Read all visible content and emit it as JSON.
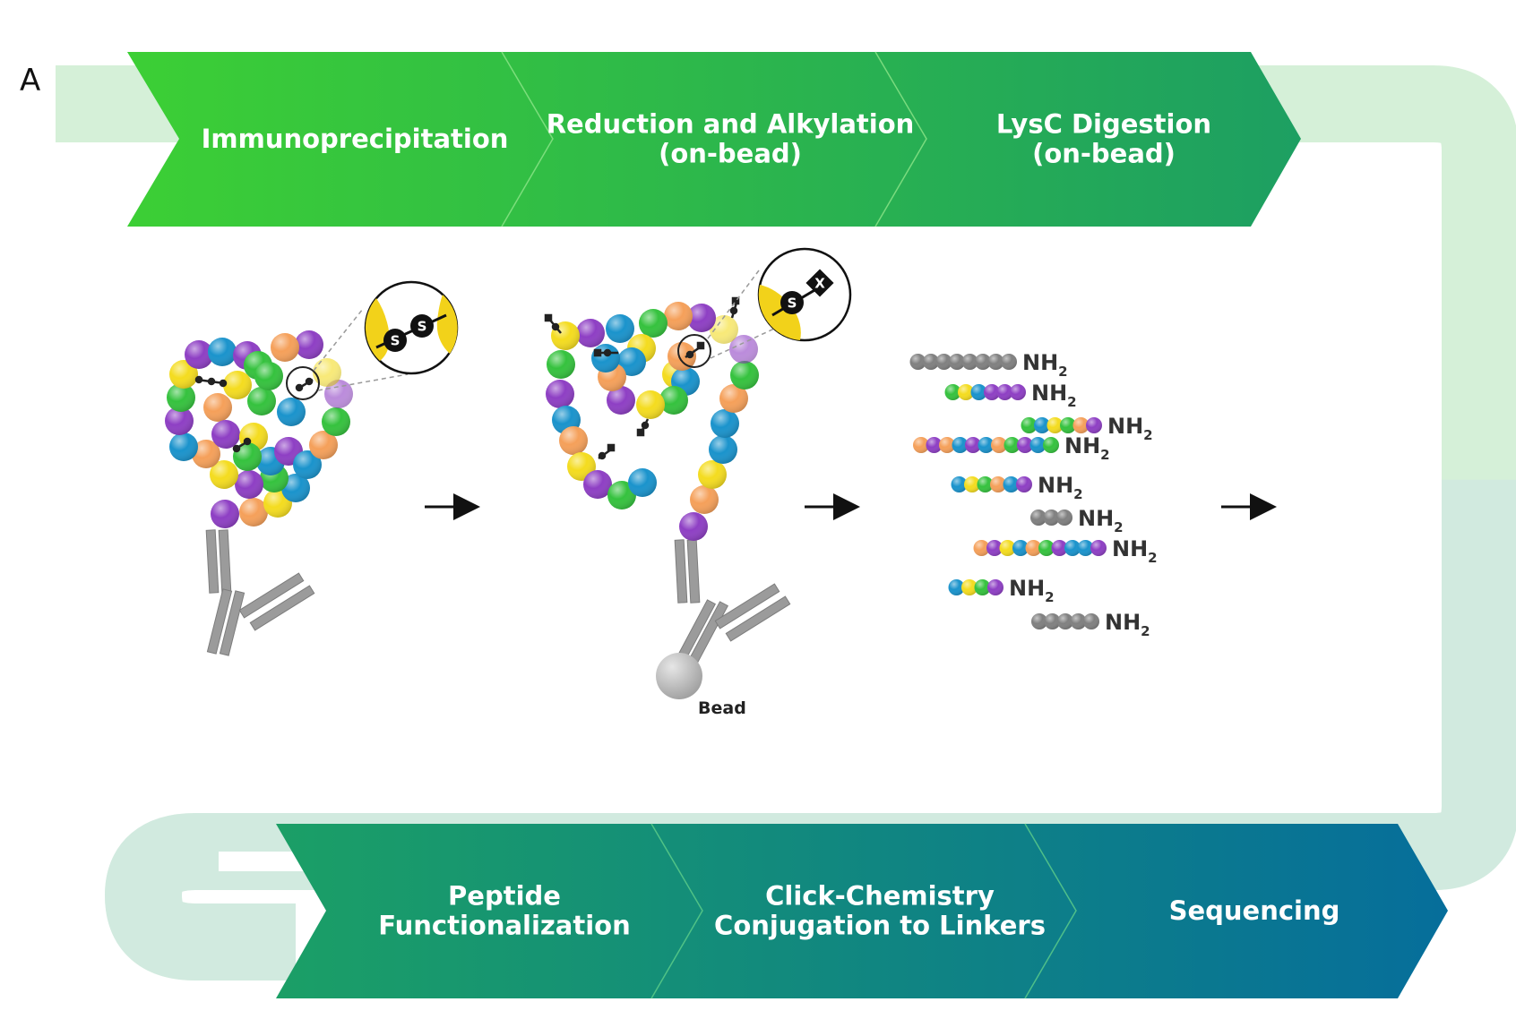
{
  "panel_letter": "A",
  "steps_top": [
    {
      "lines": [
        "Immunoprecipitation"
      ]
    },
    {
      "lines": [
        "Reduction and Alkylation",
        "(on-bead)"
      ]
    },
    {
      "lines": [
        "LysC Digestion",
        "(on-bead)"
      ]
    }
  ],
  "steps_bottom": [
    {
      "lines": [
        "Peptide",
        "Functionalization"
      ]
    },
    {
      "lines": [
        "Click-Chemistry",
        "Conjugation to Linkers"
      ]
    },
    {
      "lines": [
        "Sequencing"
      ]
    }
  ],
  "zoom_left": {
    "letters": [
      "S",
      "S"
    ]
  },
  "zoom_mid": {
    "letters": [
      "S",
      "X"
    ]
  },
  "bead_label": "Bead",
  "peptide_terminus": {
    "base": "NH",
    "sub": "2"
  },
  "colors": {
    "purple": "#8e3fc4",
    "blue": "#1a93cc",
    "yellow": "#f4dc1f",
    "green": "#35c23e",
    "orange": "#f5a05a",
    "gray": "#808080",
    "track_top": "#d5f0d8",
    "track_bottom": "#cfe6e4"
  },
  "peptides": [
    {
      "seq": [
        "gray",
        "gray",
        "gray",
        "gray",
        "gray",
        "gray",
        "gray",
        "gray"
      ]
    },
    {
      "seq": [
        "green",
        "yellow",
        "blue",
        "purple",
        "purple",
        "purple"
      ]
    },
    {
      "seq": [
        "green",
        "blue",
        "yellow",
        "green",
        "orange",
        "purple"
      ]
    },
    {
      "seq": [
        "orange",
        "purple",
        "orange",
        "blue",
        "purple",
        "blue",
        "orange",
        "green",
        "purple",
        "blue",
        "green"
      ]
    },
    {
      "seq": [
        "blue",
        "yellow",
        "green",
        "orange",
        "blue",
        "purple"
      ]
    },
    {
      "seq": [
        "gray",
        "gray",
        "gray"
      ]
    },
    {
      "seq": [
        "orange",
        "purple",
        "yellow",
        "blue",
        "orange",
        "green",
        "purple",
        "blue",
        "blue",
        "purple"
      ]
    },
    {
      "seq": [
        "blue",
        "yellow",
        "green",
        "purple"
      ]
    },
    {
      "seq": [
        "gray",
        "gray",
        "gray",
        "gray",
        "gray"
      ]
    }
  ]
}
